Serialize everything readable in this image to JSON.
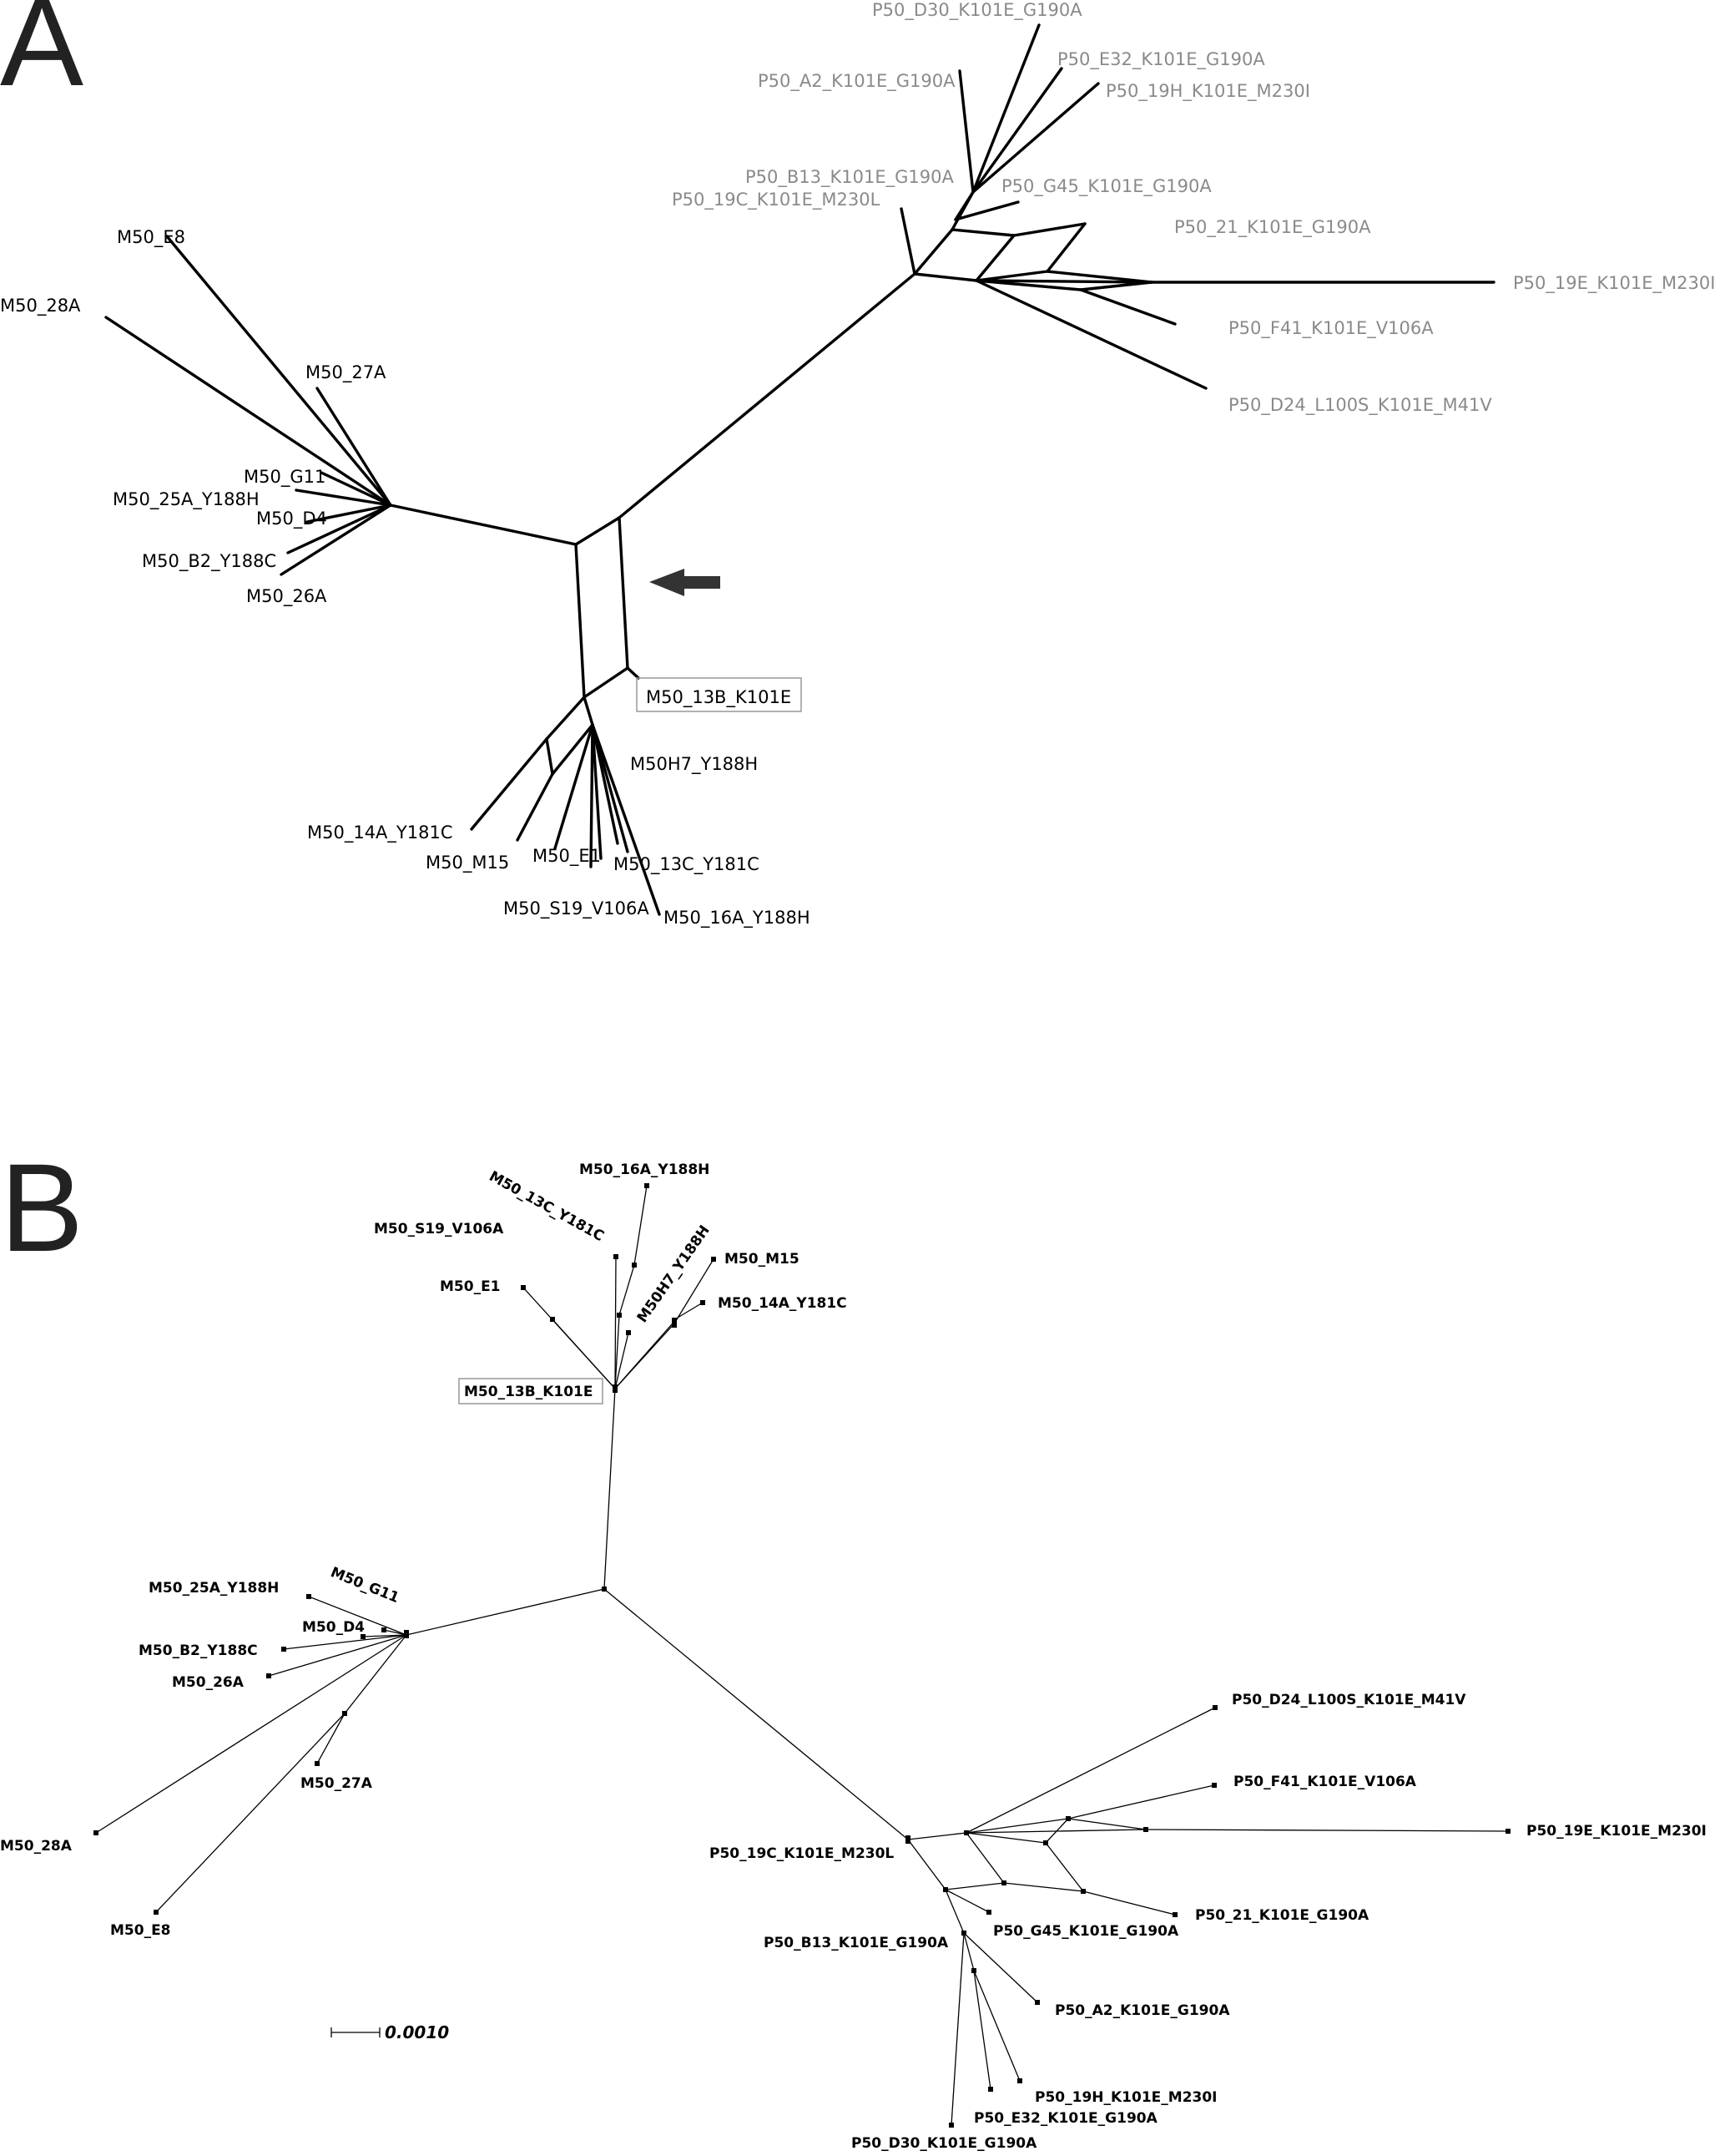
{
  "panels": {
    "a": {
      "letter": "A"
    },
    "b": {
      "letter": "B"
    }
  },
  "colors": {
    "m50_label": "#000000",
    "p50_label": "#8a8a8a",
    "edge": "#000000",
    "arrow": "#333333",
    "box_border": "#999999"
  },
  "panel_a_labels": {
    "m50_e8": "M50_E8",
    "m50_28a": "M50_28A",
    "m50_27a": "M50_27A",
    "m50_g11": "M50_G11",
    "m50_25a": "M50_25A_Y188H",
    "m50_d4": "M50_D4",
    "m50_b2": "M50_B2_Y188C",
    "m50_26a": "M50_26A",
    "m50_13b": "M50_13B_K101E",
    "m50_h7": "M50H7_Y188H",
    "m50_14a": "M50_14A_Y181C",
    "m50_m15": "M50_M15",
    "m50_e1": "M50_E1",
    "m50_13c": "M50_13C_Y181C",
    "m50_s19": "M50_S19_V106A",
    "m50_16a": "M50_16A_Y188H",
    "p50_d30": "P50_D30_K101E_G190A",
    "p50_e32": "P50_E32_K101E_G190A",
    "p50_a2": "P50_A2_K101E_G190A",
    "p50_19h": "P50_19H_K101E_M230I",
    "p50_b13": "P50_B13_K101E_G190A",
    "p50_19c": "P50_19C_K101E_M230L",
    "p50_g45": "P50_G45_K101E_G190A",
    "p50_21": "P50_21_K101E_G190A",
    "p50_19e": "P50_19E_K101E_M230I",
    "p50_f41": "P50_F41_K101E_V106A",
    "p50_d24": "P50_D24_L100S_K101E_M41V"
  },
  "panel_b_labels": {
    "m50_16a": "M50_16A_Y188H",
    "m50_13c": "M50_13C_Y181C",
    "m50_s19": "M50_S19_V106A",
    "m50_h7": "M50H7_Y188H",
    "m50_m15": "M50_M15",
    "m50_e1": "M50_E1",
    "m50_14a": "M50_14A_Y181C",
    "m50_13b": "M50_13B_K101E",
    "m50_25a": "M50_25A_Y188H",
    "m50_g11": "M50_G11",
    "m50_d4": "M50_D4",
    "m50_b2": "M50_B2_Y188C",
    "m50_26a": "M50_26A",
    "m50_27a": "M50_27A",
    "m50_28a": "M50_28A",
    "m50_e8": "M50_E8",
    "p50_d24": "P50_D24_L100S_K101E_M41V",
    "p50_f41": "P50_F41_K101E_V106A",
    "p50_19e": "P50_19E_K101E_M230I",
    "p50_19c": "P50_19C_K101E_M230L",
    "p50_21": "P50_21_K101E_G190A",
    "p50_g45": "P50_G45_K101E_G190A",
    "p50_b13": "P50_B13_K101E_G190A",
    "p50_a2": "P50_A2_K101E_G190A",
    "p50_19h": "P50_19H_K101E_M230I",
    "p50_e32": "P50_E32_K101E_G190A",
    "p50_d30": "P50_D30_K101E_G190A"
  },
  "scale_bar": {
    "label": "0.0010",
    "value": 0.001
  }
}
